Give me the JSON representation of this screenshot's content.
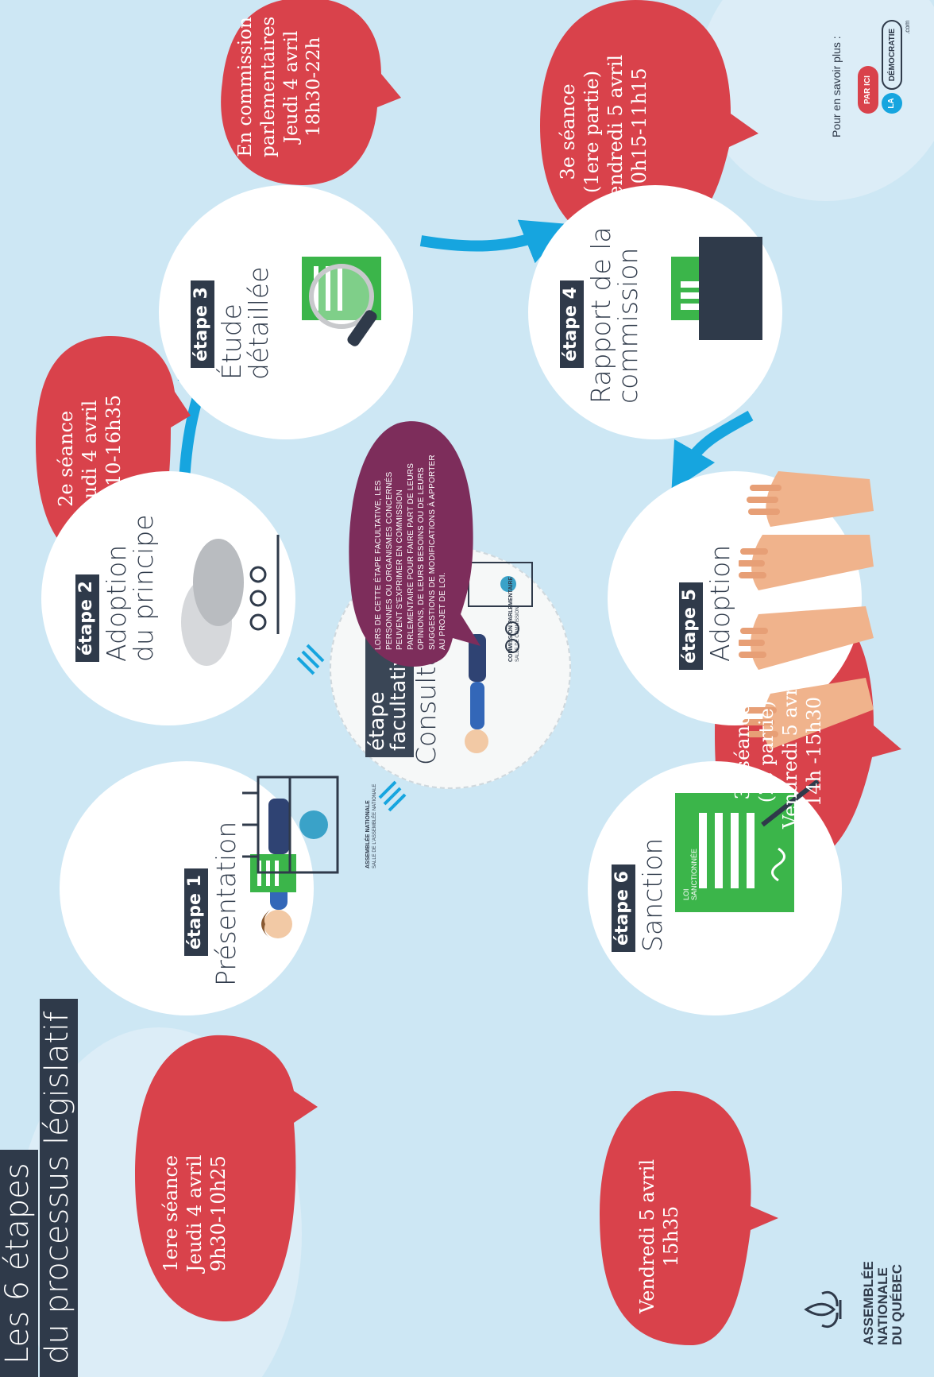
{
  "title": {
    "line1": "Les 6 étapes",
    "line2": "du processus législatif"
  },
  "steps": [
    {
      "tag": "étape 1",
      "title": "Présentation",
      "building_label": "ASSEMBLÉE NATIONALE",
      "building_sublabel": "SALLE DE L'ASSEMBLÉE NATIONALE",
      "bubble": "1ere séance\nJeudi 4 avril\n9h30-10h25"
    },
    {
      "tag": "étape 2",
      "title": "Adoption\ndu principe",
      "bubble": "2e séance\nJeudi 4 avril\n14h10-16h35"
    },
    {
      "tag": "étape 3",
      "title": "Étude\ndétaillée",
      "bubble": "En commission\nparlementaires\nJeudi 4 avril\n18h30-22h"
    },
    {
      "tag": "étape 4",
      "title": "Rapport de la\ncommission",
      "bubble": "3e séance\n(1ere partie)\nVendredi 5 avril\n10h15-11h15"
    },
    {
      "tag": "étape 5",
      "title": "Adoption",
      "bubble": "3e séance\n(2e partie)\nVendredi 5 avril\n14h -15h30"
    },
    {
      "tag": "étape 6",
      "title": "Sanction",
      "doc_label": "LOI\nSANCTIONNÉE",
      "bubble": "Vendredi 5 avril\n15h35"
    }
  ],
  "optional_step": {
    "tag": "étape\nfacultative",
    "title": "Consultation",
    "building_label": "COMMISSION PARLEMENTAIRE",
    "building_sublabel": "SALLE DE COMMISSION",
    "bubble": "Lors de cette étape facultative, les personnes ou organismes concernés peuvent s'exprimer en commission parlementaire pour faire part de leurs opinions, de leurs besoins ou de leurs suggestions de modifications à apporter au projet de loi."
  },
  "footer": {
    "more_info": "Pour en savoir plus :",
    "site_logo_text": [
      "PAR ICI",
      "LA",
      "DÉMOCRATIE",
      ".com"
    ],
    "assembly_logo": "ASSEMBLÉE\nNATIONALE\nDU QUÉBEC"
  },
  "colors": {
    "background": "#cde7f4",
    "bubble_red": "#d9424b",
    "bubble_purple": "#7d2d5b",
    "arrow_blue": "#16a5df",
    "dark": "#2f3a4a",
    "green_doc": "#3bb54a"
  }
}
